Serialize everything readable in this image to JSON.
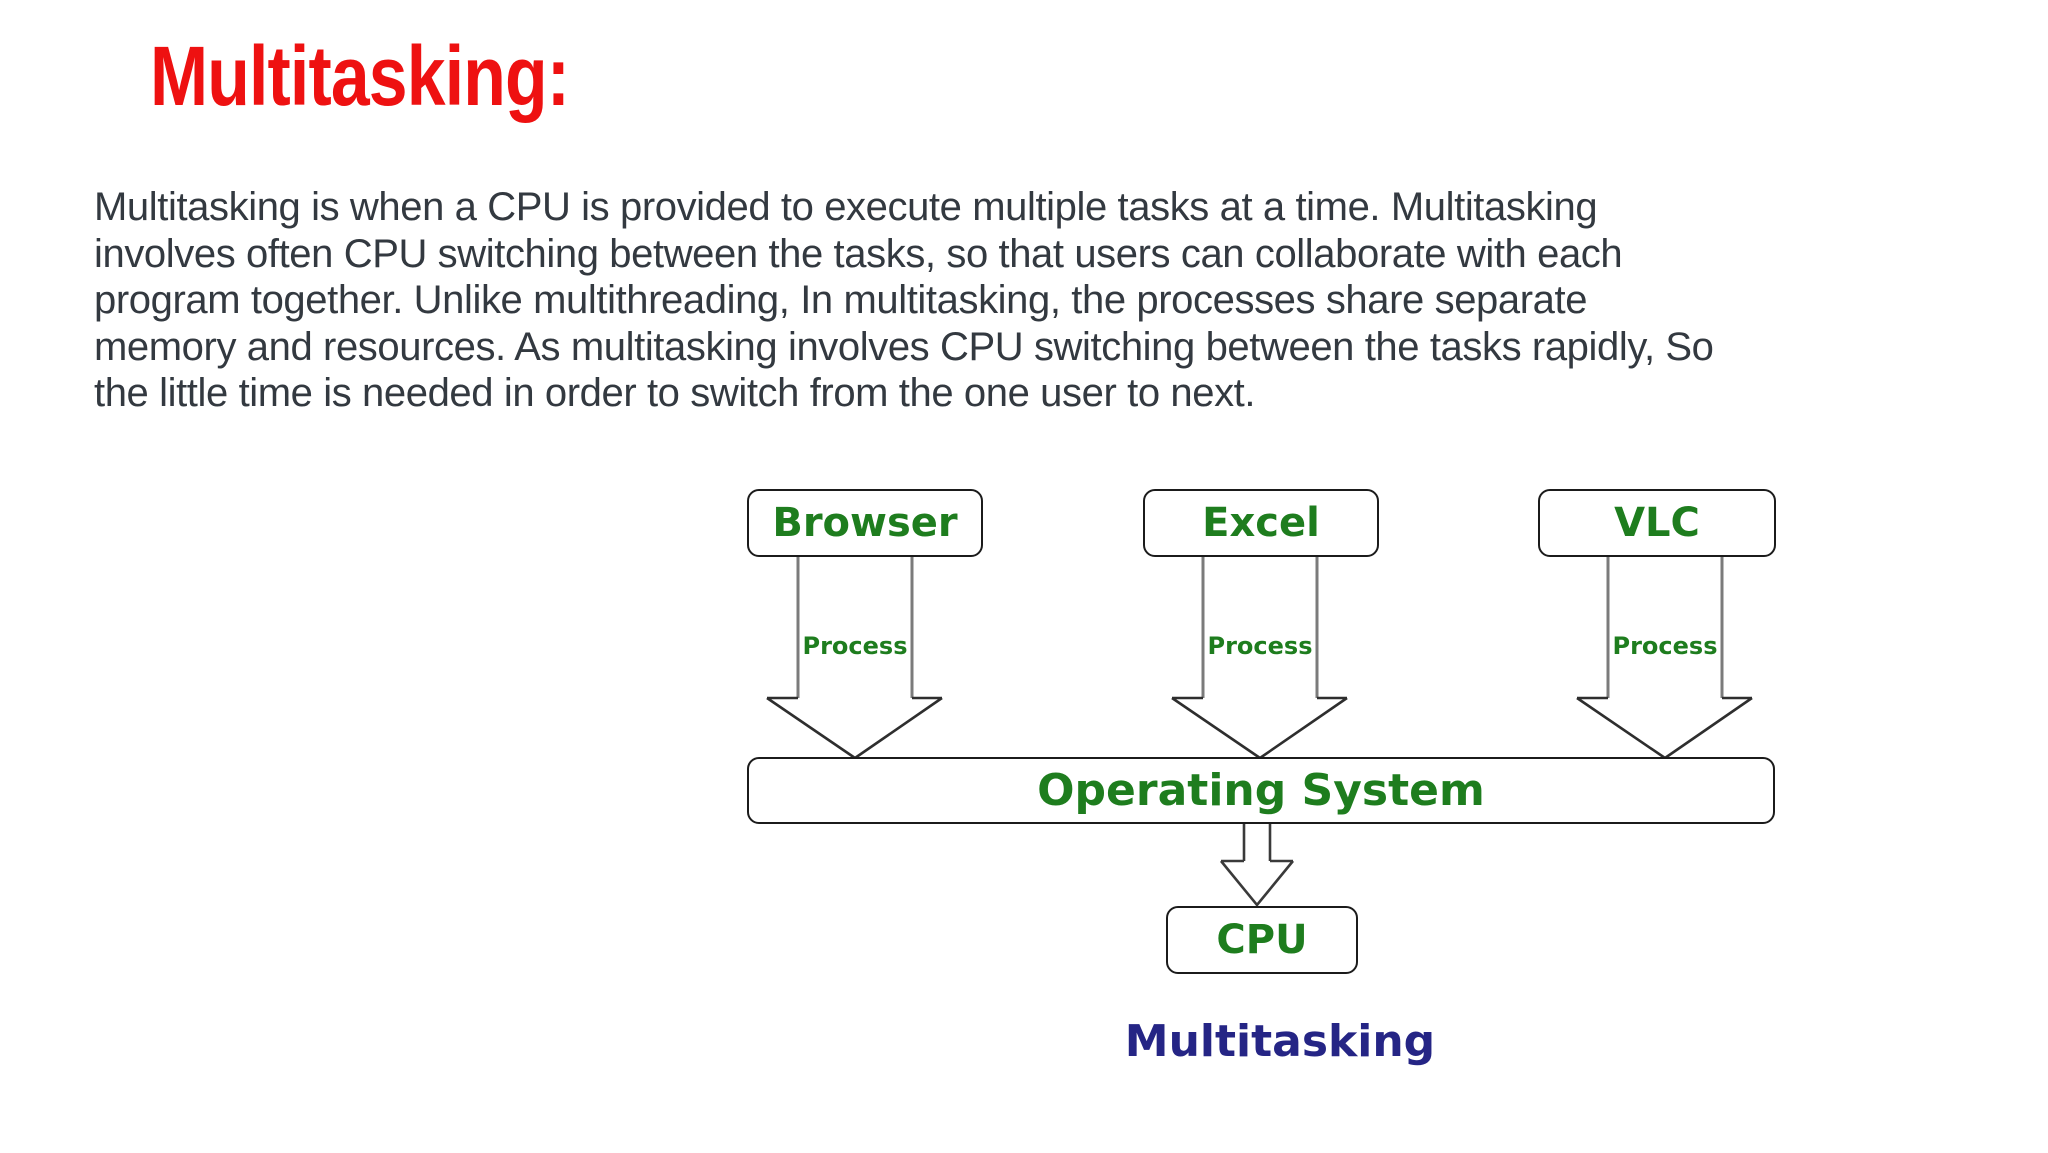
{
  "colors": {
    "title_red": "#ee1111",
    "body_text": "#333940",
    "label_green": "#1e7d1e",
    "caption_navy": "#252585",
    "box_border": "#1b1b1b",
    "arrow_shaft_gray": "#7b7b7b",
    "arrow_head_dark": "#2e2e2e",
    "background": "#ffffff"
  },
  "title": "Multitasking:",
  "paragraph": {
    "lines": [
      "Multitasking is when a CPU is provided to execute multiple tasks at a time. Multitasking",
      "involves often CPU switching between the tasks, so that users can collaborate with each",
      "program together. Unlike multithreading, In multitasking, the processes share separate",
      "memory and resources. As multitasking involves CPU switching between the tasks rapidly, So",
      "the little time is needed in order to switch from the one user to next."
    ]
  },
  "diagram": {
    "app_boxes": [
      {
        "label": "Browser"
      },
      {
        "label": "Excel"
      },
      {
        "label": "VLC"
      }
    ],
    "process_arrows": [
      {
        "label": "Process"
      },
      {
        "label": "Process"
      },
      {
        "label": "Process"
      }
    ],
    "os_box": {
      "label": "Operating System"
    },
    "cpu_box": {
      "label": "CPU"
    },
    "caption": "Multitasking"
  }
}
